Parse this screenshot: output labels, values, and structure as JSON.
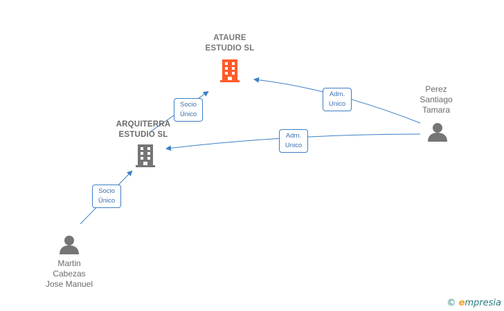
{
  "nodes": {
    "ataure": {
      "name": "ATAURE\nESTUDIO  SL",
      "icon": "building-icon",
      "color": "#ff5a2a"
    },
    "arquiterra": {
      "name": "ARQUITERRA\nESTUDIO  SL",
      "icon": "building-icon",
      "color": "#757575"
    },
    "perez": {
      "name": "Perez\nSantiago\nTamara",
      "icon": "person-icon",
      "color": "#757575"
    },
    "martin": {
      "name": "Martin\nCabezas\nJose Manuel",
      "icon": "person-icon",
      "color": "#757575"
    }
  },
  "edges": [
    {
      "from": "arquiterra",
      "to": "ataure",
      "label": "Socio\nÚnico"
    },
    {
      "from": "perez",
      "to": "ataure",
      "label": "Adm.\nUnico"
    },
    {
      "from": "perez",
      "to": "arquiterra",
      "label": "Adm.\nUnico"
    },
    {
      "from": "martin",
      "to": "arquiterra",
      "label": "Socio\nÚnico"
    }
  ],
  "edge_color": "#3b7ec6",
  "watermark": {
    "copyright": "©",
    "brand_initial": "e",
    "brand_rest": "mpresia"
  }
}
